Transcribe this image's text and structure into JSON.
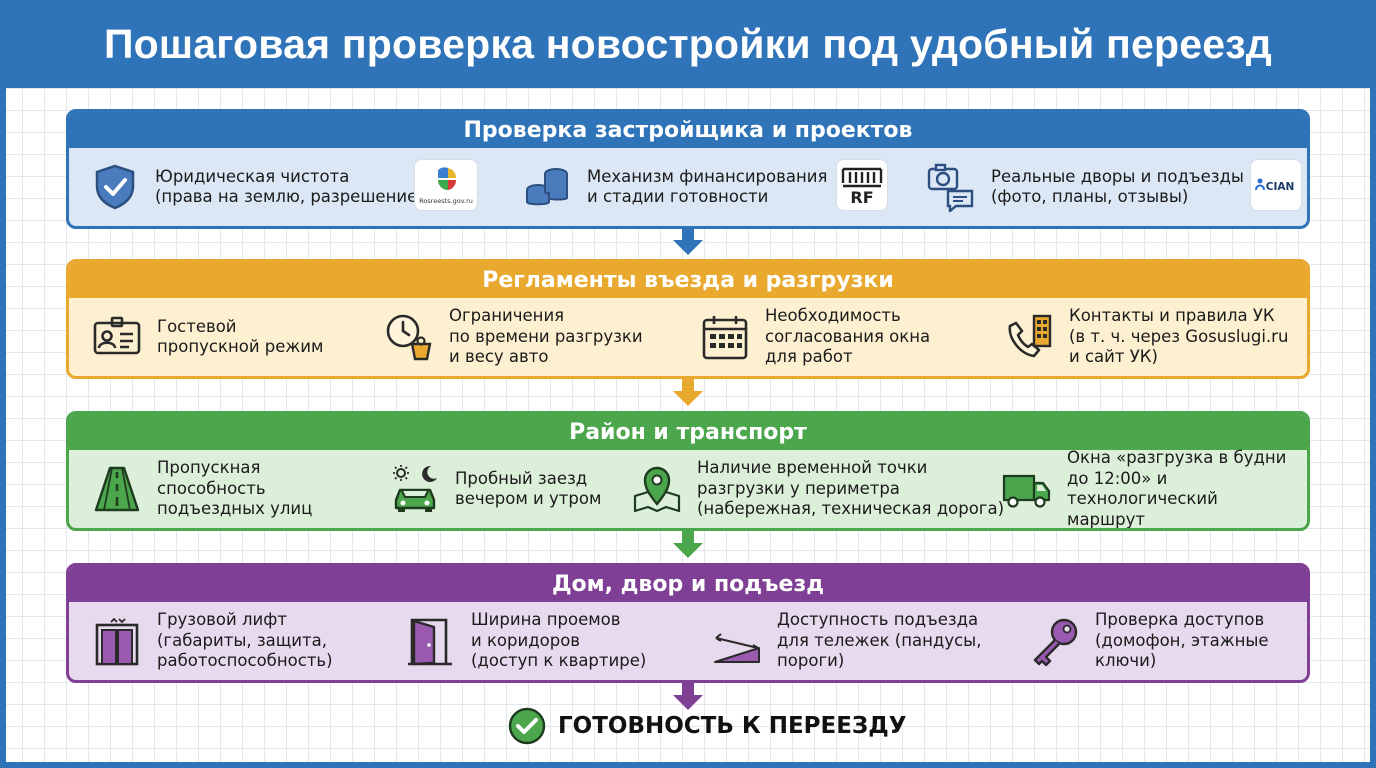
{
  "title": "Пошаговая проверка новостройки под удобный переезд",
  "sections": [
    {
      "header": "Проверка застройщика и проектов",
      "items": [
        {
          "icon": "shield-check-icon",
          "lines": [
            "Юридическая чистота",
            "(права на землю, разрешение)"
          ],
          "logo": "rosreestr-logo",
          "logo_text": "Rosreests.gov.ru"
        },
        {
          "icon": "coins-stack-icon",
          "lines": [
            "Механизм финансирования",
            "и стадии готовности"
          ],
          "logo": "dom-rf-logo",
          "logo_text": "RF"
        },
        {
          "icon": "camera-chat-icon",
          "lines": [
            "Реальные дворы и подъезды",
            "(фото, планы, отзывы)"
          ],
          "logo": "cian-logo",
          "logo_text": "CIAN"
        }
      ]
    },
    {
      "header": "Регламенты въезда и разгрузки",
      "items": [
        {
          "icon": "id-card-icon",
          "lines": [
            "Гостевой",
            "пропускной режим"
          ]
        },
        {
          "icon": "clock-weight-icon",
          "lines": [
            "Ограничения",
            "по времени разгрузки",
            "и весу авто"
          ]
        },
        {
          "icon": "calendar-icon",
          "lines": [
            "Необходимость",
            "согласования окна",
            "для работ"
          ]
        },
        {
          "icon": "phone-building-icon",
          "lines": [
            "Контакты и правила УК",
            "(в т. ч. через Gosuslugi.ru",
            "и сайт УК)"
          ]
        }
      ]
    },
    {
      "header": "Район и транспорт",
      "items": [
        {
          "icon": "road-icon",
          "lines": [
            "Пропускная",
            "способность",
            "подъездных улиц"
          ]
        },
        {
          "icon": "car-day-night-icon",
          "lines": [
            "Пробный заезд",
            "вечером и утром"
          ]
        },
        {
          "icon": "map-pin-icon",
          "lines": [
            "Наличие временной точки",
            "разгрузки у периметра",
            "(набережная, техническая дорога)"
          ]
        },
        {
          "icon": "truck-icon",
          "lines": [
            "Окна «разгрузка в будни",
            "до 12:00» и технологический",
            "маршрут"
          ]
        }
      ]
    },
    {
      "header": "Дом, двор и подъезд",
      "items": [
        {
          "icon": "elevator-icon",
          "lines": [
            "Грузовой лифт",
            "(габариты, защита,",
            "работоспособность)"
          ]
        },
        {
          "icon": "door-icon",
          "lines": [
            "Ширина проемов",
            "и коридоров",
            "(доступ к квартире)"
          ]
        },
        {
          "icon": "ramp-icon",
          "lines": [
            "Доступность подъезда",
            "для тележек (пандусы,",
            "пороги)"
          ]
        },
        {
          "icon": "key-icon",
          "lines": [
            "Проверка доступов",
            "(домофон, этажные",
            "ключи)"
          ]
        }
      ]
    }
  ],
  "final": {
    "icon": "check-circle-icon",
    "label": "ГОТОВНОСТЬ К ПЕРЕЕЗДУ"
  },
  "colors": {
    "blue": "#2f73b8",
    "yellow": "#e8a92e",
    "green": "#4ca64c",
    "purple": "#7e3f95",
    "icon_blue": "#3a5f8f"
  }
}
